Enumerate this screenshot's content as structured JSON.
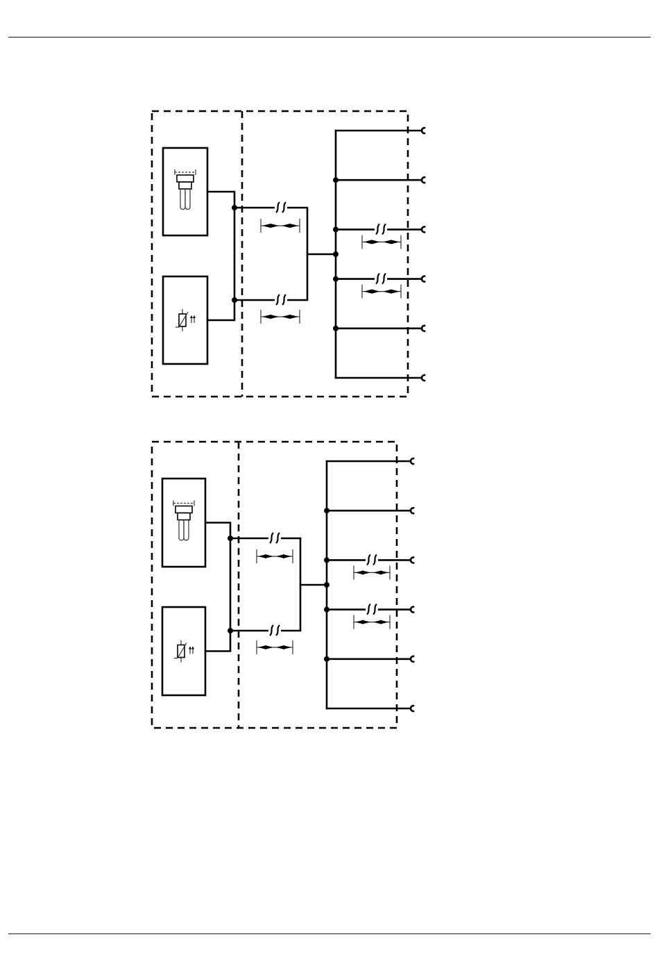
{
  "diagrams": [
    {
      "id": "diagram-1",
      "sensors": [
        {
          "kind": "electrode",
          "icon": "electrode-sensor-icon"
        },
        {
          "kind": "thermistor",
          "icon": "thermistor-icon"
        }
      ],
      "inputs": 2,
      "outputs": 6,
      "outputs_with_length_break": [
        3,
        4
      ]
    },
    {
      "id": "diagram-2",
      "sensors": [
        {
          "kind": "electrode",
          "icon": "electrode-sensor-icon"
        },
        {
          "kind": "thermistor",
          "icon": "thermistor-icon"
        }
      ],
      "inputs": 2,
      "outputs": 6,
      "outputs_with_length_break": [
        3,
        4
      ]
    }
  ],
  "colors": {
    "line": "#000000",
    "background": "#ffffff"
  }
}
